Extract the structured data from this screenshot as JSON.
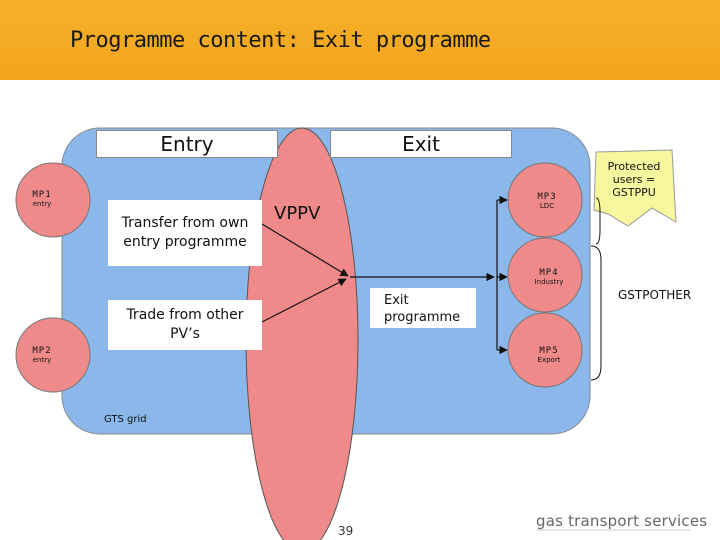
{
  "slide": {
    "title": "Programme content: Exit programme",
    "page_number": "39",
    "logo_text": "gas transport services"
  },
  "diagram": {
    "entry_label": "Entry",
    "exit_label": "Exit",
    "vppv_label": "VPPV",
    "transfer_label": "Transfer from own entry programme",
    "trade_label": "Trade from other PV’s",
    "exit_programme_label": "Exit programme",
    "grid_label": "GTS grid",
    "protected_users_label": "Protected users = GSTPPU",
    "gstpother_label": "GSTPOTHER",
    "points": [
      {
        "name": "MP1",
        "sub": "entry"
      },
      {
        "name": "MP2",
        "sub": "entry"
      },
      {
        "name": "MP3",
        "sub": "LDC"
      },
      {
        "name": "MP4",
        "sub": "Industry"
      },
      {
        "name": "MP5",
        "sub": "Export"
      }
    ]
  },
  "colors": {
    "header": "#f2a51c",
    "grid_fill": "#8cb7ea",
    "vppv_fill": "#f08a8a",
    "protected_fill": "#f7f7a0",
    "point_fill": "#f08a8a"
  }
}
